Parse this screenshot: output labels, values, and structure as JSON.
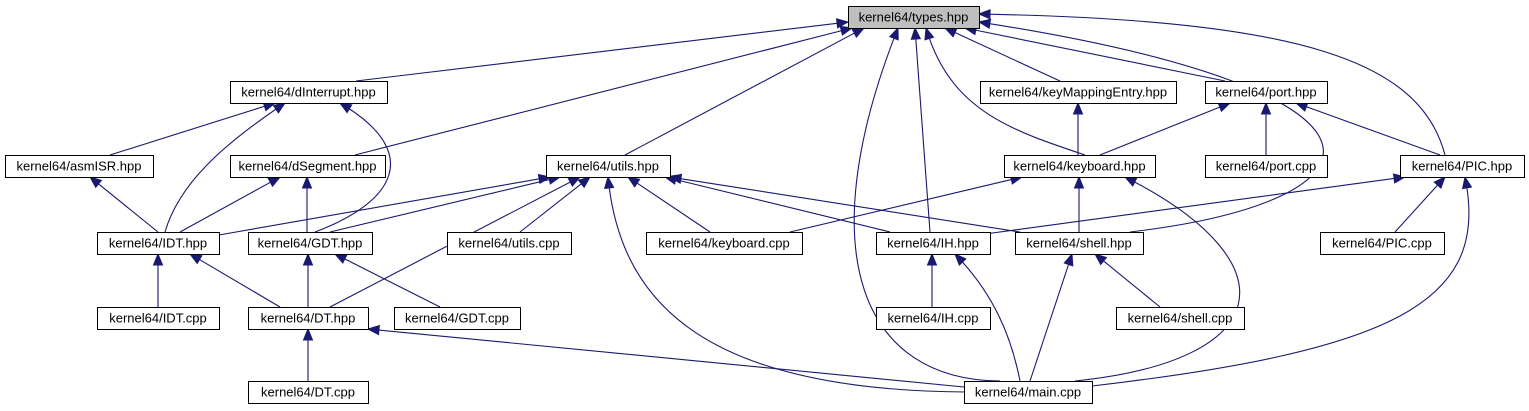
{
  "diagram": {
    "type": "include-dependency-graph",
    "colors": {
      "edge": "#191970",
      "root_fill": "#bfbfbf",
      "node_fill": "#ffffff",
      "node_border": "#000000"
    },
    "nodes": [
      {
        "id": "types_hpp",
        "label": "kernel64/types.hpp",
        "root": true
      },
      {
        "id": "dInterrupt_hpp",
        "label": "kernel64/dInterrupt.hpp"
      },
      {
        "id": "keyMappingEntry_hpp",
        "label": "kernel64/keyMappingEntry.hpp"
      },
      {
        "id": "port_hpp",
        "label": "kernel64/port.hpp"
      },
      {
        "id": "asmISR_hpp",
        "label": "kernel64/asmISR.hpp"
      },
      {
        "id": "dSegment_hpp",
        "label": "kernel64/dSegment.hpp"
      },
      {
        "id": "utils_hpp",
        "label": "kernel64/utils.hpp"
      },
      {
        "id": "keyboard_hpp",
        "label": "kernel64/keyboard.hpp"
      },
      {
        "id": "port_cpp",
        "label": "kernel64/port.cpp"
      },
      {
        "id": "PIC_hpp",
        "label": "kernel64/PIC.hpp"
      },
      {
        "id": "IDT_hpp",
        "label": "kernel64/IDT.hpp"
      },
      {
        "id": "GDT_hpp",
        "label": "kernel64/GDT.hpp"
      },
      {
        "id": "utils_cpp",
        "label": "kernel64/utils.cpp"
      },
      {
        "id": "keyboard_cpp",
        "label": "kernel64/keyboard.cpp"
      },
      {
        "id": "IH_hpp",
        "label": "kernel64/IH.hpp"
      },
      {
        "id": "shell_hpp",
        "label": "kernel64/shell.hpp"
      },
      {
        "id": "PIC_cpp",
        "label": "kernel64/PIC.cpp"
      },
      {
        "id": "IDT_cpp",
        "label": "kernel64/IDT.cpp"
      },
      {
        "id": "DT_hpp",
        "label": "kernel64/DT.hpp"
      },
      {
        "id": "GDT_cpp",
        "label": "kernel64/GDT.cpp"
      },
      {
        "id": "IH_cpp",
        "label": "kernel64/IH.cpp"
      },
      {
        "id": "shell_cpp",
        "label": "kernel64/shell.cpp"
      },
      {
        "id": "DT_cpp",
        "label": "kernel64/DT.cpp"
      },
      {
        "id": "main_cpp",
        "label": "kernel64/main.cpp"
      }
    ],
    "edges": [
      {
        "from": "dInterrupt_hpp",
        "to": "types_hpp"
      },
      {
        "from": "dSegment_hpp",
        "to": "types_hpp"
      },
      {
        "from": "utils_hpp",
        "to": "types_hpp"
      },
      {
        "from": "main_cpp",
        "to": "types_hpp"
      },
      {
        "from": "IH_hpp",
        "to": "types_hpp"
      },
      {
        "from": "keyboard_hpp",
        "to": "types_hpp"
      },
      {
        "from": "keyMappingEntry_hpp",
        "to": "types_hpp"
      },
      {
        "from": "port_hpp",
        "to": "types_hpp"
      },
      {
        "from": "shell_hpp",
        "to": "types_hpp"
      },
      {
        "from": "PIC_hpp",
        "to": "types_hpp"
      },
      {
        "from": "asmISR_hpp",
        "to": "dInterrupt_hpp"
      },
      {
        "from": "IDT_hpp",
        "to": "dInterrupt_hpp"
      },
      {
        "from": "GDT_hpp",
        "to": "dInterrupt_hpp"
      },
      {
        "from": "keyboard_hpp",
        "to": "keyMappingEntry_hpp"
      },
      {
        "from": "keyboard_hpp",
        "to": "port_hpp"
      },
      {
        "from": "port_cpp",
        "to": "port_hpp"
      },
      {
        "from": "PIC_hpp",
        "to": "port_hpp"
      },
      {
        "from": "IDT_hpp",
        "to": "asmISR_hpp"
      },
      {
        "from": "IDT_hpp",
        "to": "dSegment_hpp"
      },
      {
        "from": "GDT_hpp",
        "to": "dSegment_hpp"
      },
      {
        "from": "IDT_hpp",
        "to": "utils_hpp"
      },
      {
        "from": "GDT_hpp",
        "to": "utils_hpp"
      },
      {
        "from": "DT_hpp",
        "to": "utils_hpp"
      },
      {
        "from": "utils_cpp",
        "to": "utils_hpp"
      },
      {
        "from": "keyboard_cpp",
        "to": "utils_hpp"
      },
      {
        "from": "IH_hpp",
        "to": "utils_hpp"
      },
      {
        "from": "shell_hpp",
        "to": "utils_hpp"
      },
      {
        "from": "main_cpp",
        "to": "utils_hpp"
      },
      {
        "from": "keyboard_cpp",
        "to": "keyboard_hpp"
      },
      {
        "from": "shell_hpp",
        "to": "keyboard_hpp"
      },
      {
        "from": "main_cpp",
        "to": "keyboard_hpp"
      },
      {
        "from": "IH_hpp",
        "to": "PIC_hpp"
      },
      {
        "from": "PIC_cpp",
        "to": "PIC_hpp"
      },
      {
        "from": "main_cpp",
        "to": "PIC_hpp"
      },
      {
        "from": "IDT_cpp",
        "to": "IDT_hpp"
      },
      {
        "from": "DT_hpp",
        "to": "IDT_hpp"
      },
      {
        "from": "DT_hpp",
        "to": "GDT_hpp"
      },
      {
        "from": "GDT_cpp",
        "to": "GDT_hpp"
      },
      {
        "from": "IH_cpp",
        "to": "IH_hpp"
      },
      {
        "from": "main_cpp",
        "to": "IH_hpp"
      },
      {
        "from": "main_cpp",
        "to": "shell_hpp"
      },
      {
        "from": "shell_cpp",
        "to": "shell_hpp"
      },
      {
        "from": "DT_cpp",
        "to": "DT_hpp"
      },
      {
        "from": "main_cpp",
        "to": "DT_hpp"
      }
    ]
  }
}
